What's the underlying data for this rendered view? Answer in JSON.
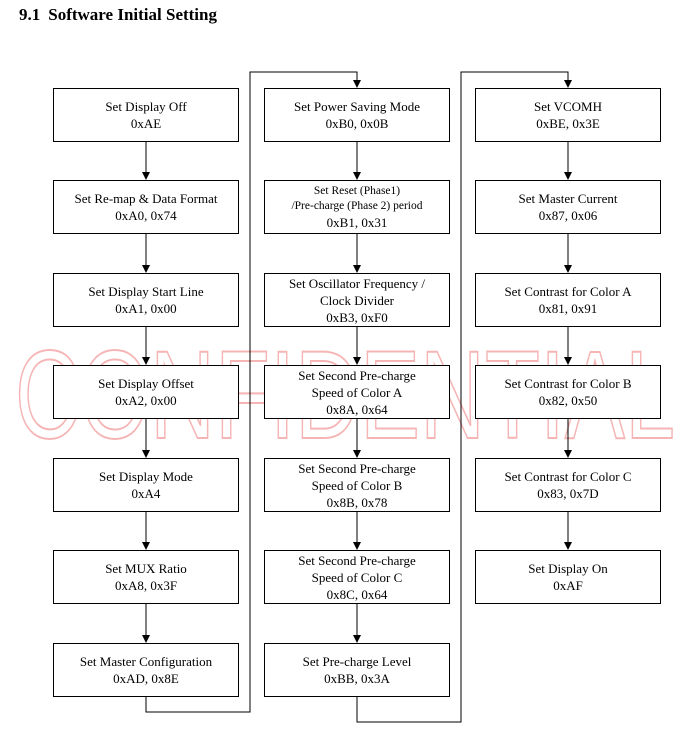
{
  "section": {
    "number": "9.1",
    "title": "Software Initial Setting"
  },
  "watermark": "CONFIDENTIAL",
  "colors": {
    "watermark": "#f07a7a",
    "line": "#000000"
  },
  "columns": [
    [
      {
        "lines": [
          "Set Display Off"
        ],
        "value": "0xAE"
      },
      {
        "lines": [
          "Set Re-map & Data Format"
        ],
        "value": "0xA0, 0x74"
      },
      {
        "lines": [
          "Set Display Start Line"
        ],
        "value": "0xA1, 0x00"
      },
      {
        "lines": [
          "Set Display Offset"
        ],
        "value": "0xA2, 0x00"
      },
      {
        "lines": [
          "Set Display Mode"
        ],
        "value": "0xA4"
      },
      {
        "lines": [
          "Set MUX Ratio"
        ],
        "value": "0xA8, 0x3F"
      },
      {
        "lines": [
          "Set Master Configuration"
        ],
        "value": "0xAD, 0x8E"
      }
    ],
    [
      {
        "lines": [
          "Set Power Saving Mode"
        ],
        "value": "0xB0, 0x0B"
      },
      {
        "lines": [
          "Set Reset (Phase1)",
          "/Pre-charge (Phase 2) period"
        ],
        "value": "0xB1, 0x31",
        "small": true
      },
      {
        "lines": [
          "Set Oscillator Frequency /",
          "Clock Divider"
        ],
        "value": "0xB3, 0xF0"
      },
      {
        "lines": [
          "Set Second Pre-charge",
          "Speed of Color A"
        ],
        "value": "0x8A, 0x64"
      },
      {
        "lines": [
          "Set Second Pre-charge",
          "Speed of Color B"
        ],
        "value": "0x8B, 0x78"
      },
      {
        "lines": [
          "Set Second Pre-charge",
          "Speed of Color C"
        ],
        "value": "0x8C, 0x64"
      },
      {
        "lines": [
          "Set Pre-charge Level"
        ],
        "value": "0xBB, 0x3A"
      }
    ],
    [
      {
        "lines": [
          "Set VCOMH"
        ],
        "value": "0xBE, 0x3E"
      },
      {
        "lines": [
          "Set Master Current"
        ],
        "value": "0x87, 0x06"
      },
      {
        "lines": [
          "Set Contrast for Color A"
        ],
        "value": "0x81, 0x91"
      },
      {
        "lines": [
          "Set Contrast for Color B"
        ],
        "value": "0x82, 0x50"
      },
      {
        "lines": [
          "Set Contrast for Color C"
        ],
        "value": "0x83, 0x7D"
      },
      {
        "lines": [
          "Set Display On"
        ],
        "value": "0xAF"
      }
    ]
  ]
}
